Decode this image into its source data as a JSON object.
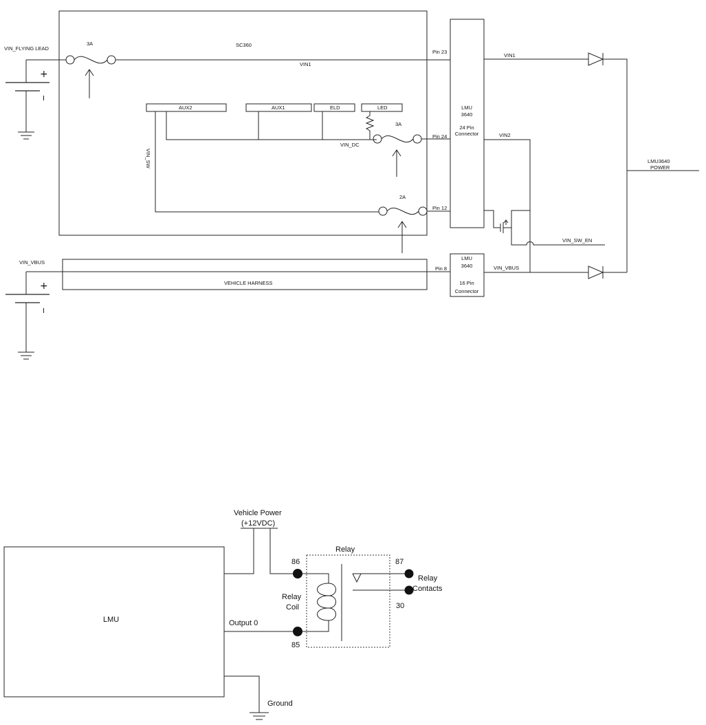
{
  "schematic1": {
    "vin_flying_lead": "VIN_FLYING LEAD",
    "plus": "+",
    "minus": "I",
    "fuse_3a_top": "3A",
    "sc360": "SC360",
    "vin1_inner": "VIN1",
    "aux2": "AUX2",
    "aux1": "AUX1",
    "eld": "ELD",
    "led": "LED",
    "fuse_3a_mid": "3A",
    "vin_dc": "VIN_DC",
    "vin_sw": "VIN_SW",
    "fuse_2a": "2A",
    "pin23": "Pin 23",
    "pin24": "Pin 24",
    "pin12": "Pin 12",
    "pin8": "Pin 8",
    "lmu_24": [
      "LMU",
      "3640",
      "24 Pin",
      "Connector"
    ],
    "lmu_16": [
      "LMU",
      "3640",
      "16 Pin",
      "Connector"
    ],
    "vin1_out": "VIN1",
    "vin2_out": "VIN2",
    "vin_vbus_out": "VIN_VBUS",
    "vin_sw_en": "VIN_SW_EN",
    "lmu_power": [
      "LMU3640",
      "POWER"
    ],
    "vin_vbus": "VIN_VBUS",
    "vehicle_harness": "VEHICLE HARNESS"
  },
  "schematic2": {
    "vehicle_power": "Vehicle Power",
    "vdc": "(+12VDC)",
    "lmu": "LMU",
    "output0": "Output 0",
    "ground": "Ground",
    "relay": "Relay",
    "pin86": "86",
    "pin85": "85",
    "pin87": "87",
    "pin30": "30",
    "relay_coil": [
      "Relay",
      "Coil"
    ],
    "relay_contacts": [
      "Relay",
      "Contacts"
    ]
  }
}
